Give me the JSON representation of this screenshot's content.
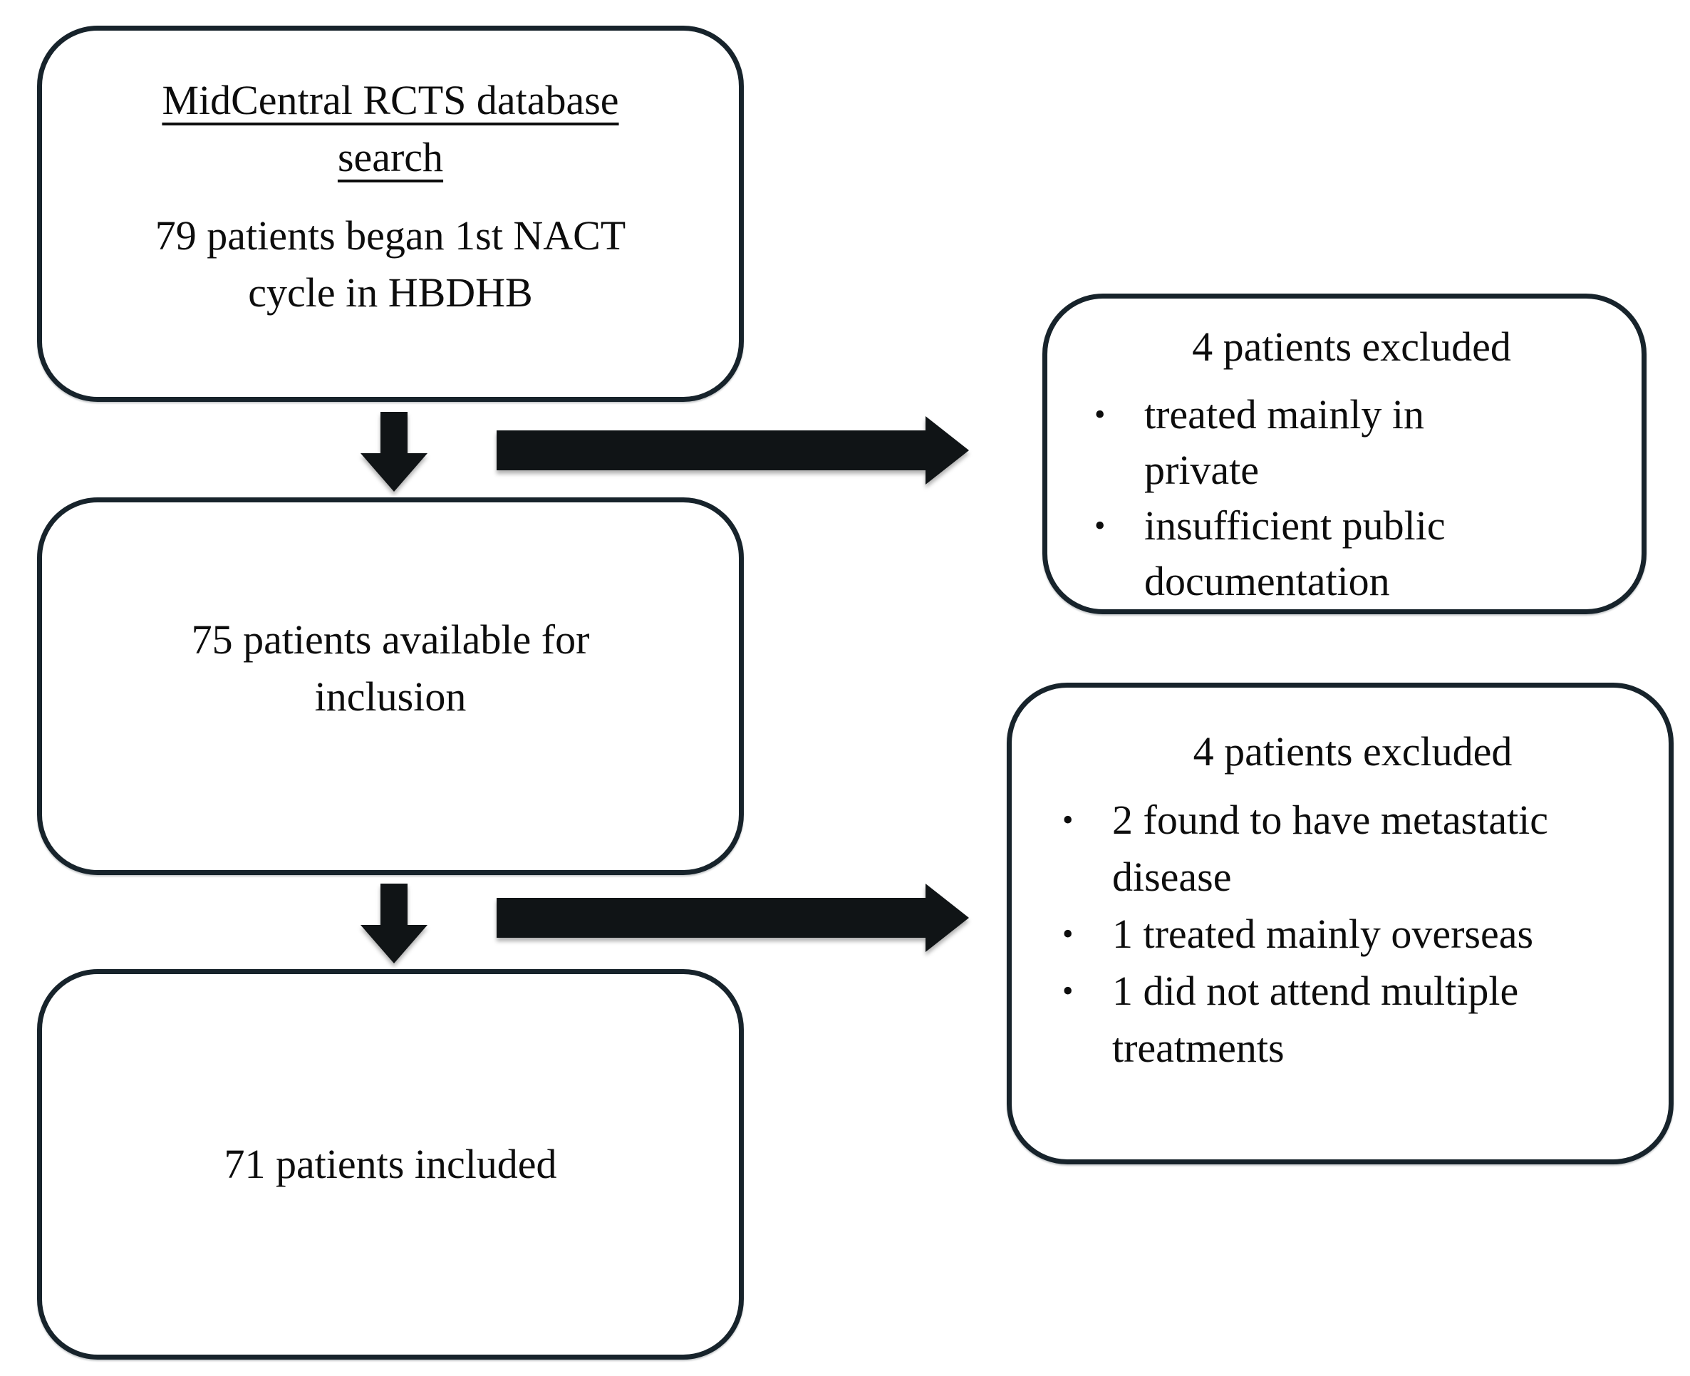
{
  "figure": {
    "type": "flowchart",
    "background": "#ffffff",
    "border_color": "#17232b",
    "arrow_color": "#101416",
    "text_color": "#0d0d0d",
    "icons": {
      "bullet": "•",
      "down_arrow": "down-arrow",
      "right_arrow": "right-arrow"
    },
    "nodes": {
      "database_search": {
        "heading_lines": [
          "MidCentral RCTS database",
          "search"
        ],
        "body_lines": [
          "79 patients began 1st NACT",
          "cycle in HBDHB"
        ]
      },
      "available": {
        "body_lines": [
          "75 patients available for",
          "inclusion"
        ]
      },
      "included": {
        "body_lines": [
          "71 patients included"
        ]
      },
      "excluded_first": {
        "heading": "4 patients excluded",
        "bullets": [
          "treated mainly in private",
          "insufficient public documentation"
        ]
      },
      "excluded_second": {
        "heading": "4 patients excluded",
        "bullets": [
          "2 found to have metastatic disease",
          "1 treated mainly overseas",
          "1 did not attend multiple treatments"
        ]
      }
    },
    "edges": [
      {
        "from": "database_search",
        "to": "available",
        "type": "down-arrow"
      },
      {
        "from": "database_search",
        "to": "excluded_first",
        "type": "right-arrow"
      },
      {
        "from": "available",
        "to": "included",
        "type": "down-arrow"
      },
      {
        "from": "available",
        "to": "excluded_second",
        "type": "right-arrow"
      }
    ]
  }
}
